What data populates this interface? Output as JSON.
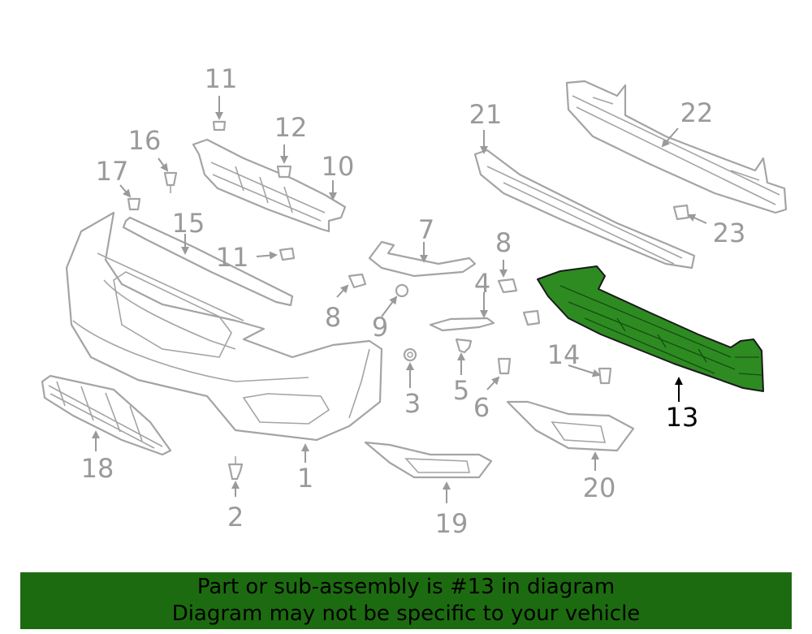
{
  "callouts": {
    "c1": "1",
    "c2": "2",
    "c3": "3",
    "c4": "4",
    "c5": "5",
    "c6": "6",
    "c7": "7",
    "c8a": "8",
    "c8b": "8",
    "c9": "9",
    "c10": "10",
    "c11a": "11",
    "c11b": "11",
    "c12": "12",
    "c13": "13",
    "c14": "14",
    "c15": "15",
    "c16": "16",
    "c17": "17",
    "c18": "18",
    "c19": "19",
    "c20": "20",
    "c21": "21",
    "c22": "22",
    "c23": "23"
  },
  "highlighted_part": "13",
  "colors": {
    "highlight": "#2e8b22",
    "banner": "#1d6b10",
    "line_art": "#a4a4a4"
  },
  "banner": {
    "line1": "Part or sub-assembly is #13 in diagram",
    "line2": "Diagram may not be specific to your vehicle"
  }
}
